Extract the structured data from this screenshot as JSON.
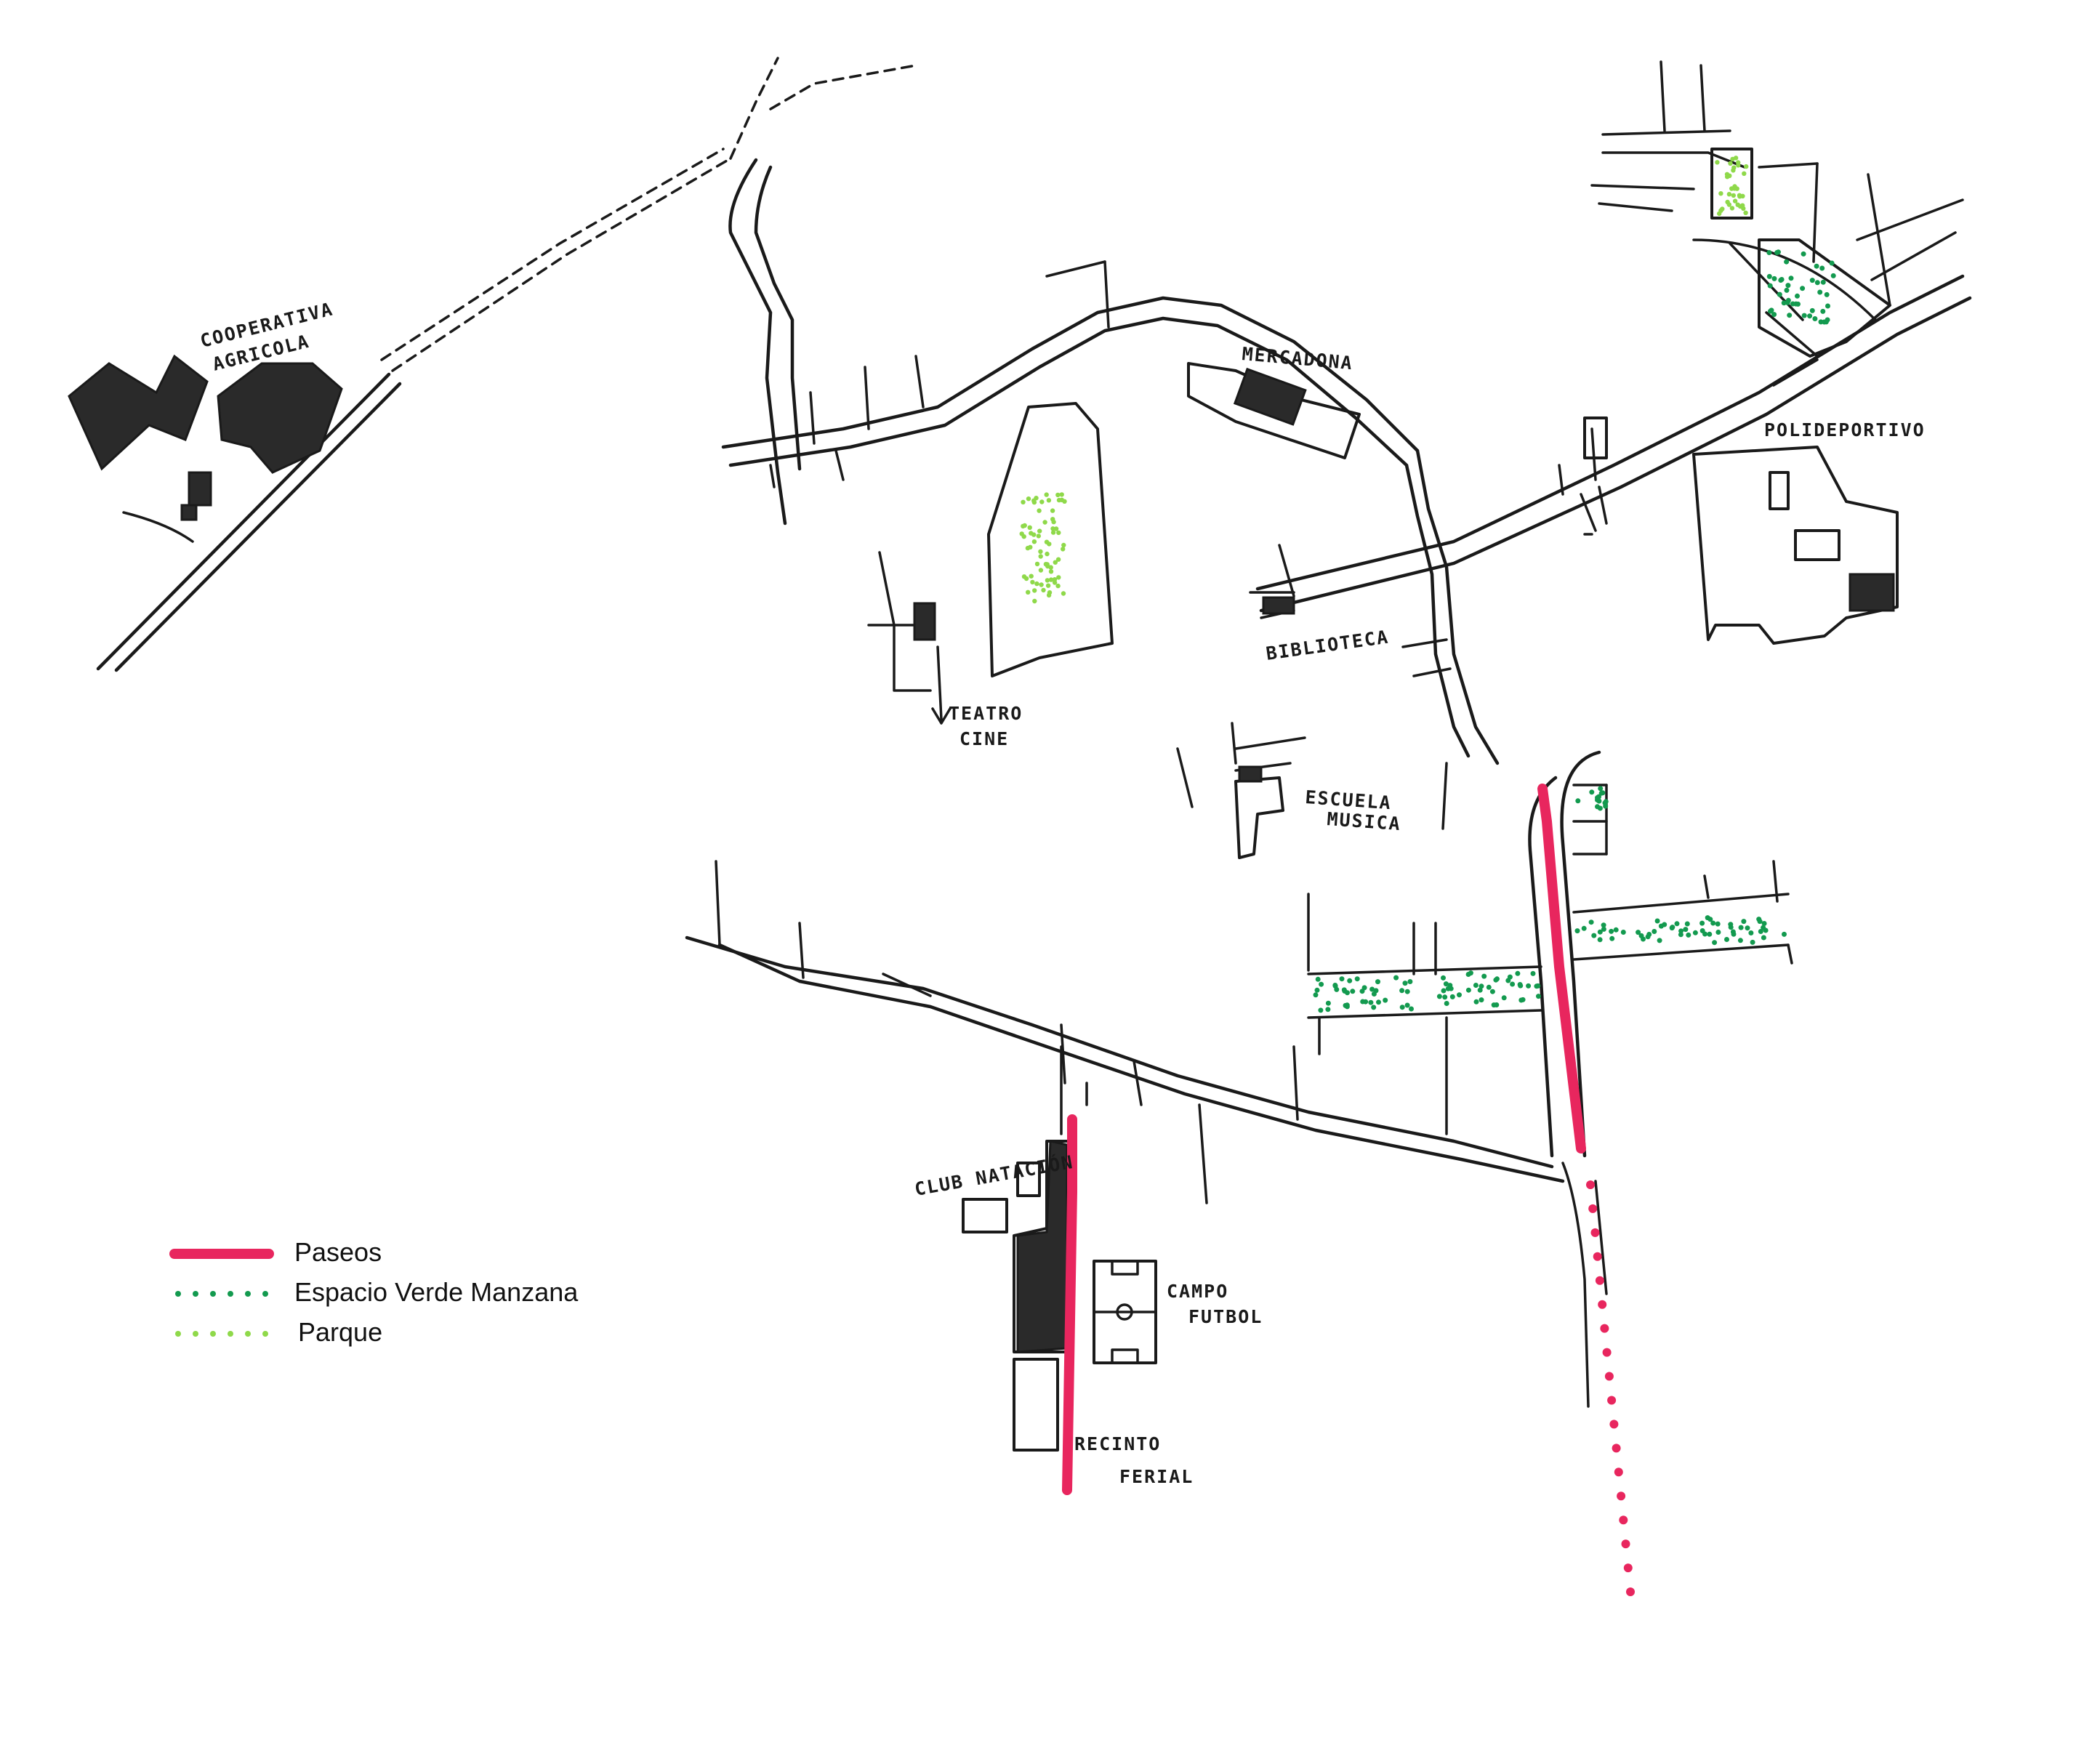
{
  "labels": {
    "cooperativa_line1": "COOPERATIVA",
    "cooperativa_line2": "AGRICOLA",
    "mercadona": "MERCADONA",
    "polideportivo": "POLIDEPORTIVO",
    "biblioteca": "BIBLIOTECA",
    "teatro_line1": "TEATRO",
    "teatro_line2": "CINE",
    "escuela_line1": "ESCUELA",
    "escuela_line2": "MUSICA",
    "club_natacion": "CLUB NATACIÓN",
    "campo_line1": "CAMPO",
    "campo_line2": "FUTBOL",
    "recinto_line1": "RECINTO",
    "recinto_line2": "FERIAL"
  },
  "legend": [
    {
      "label": "Paseos",
      "color": "#e8265e",
      "style": "solid"
    },
    {
      "label": "Espacio Verde Manzana",
      "color": "#139a4f",
      "style": "dotted"
    },
    {
      "label": "Parque",
      "color": "#8fd94a",
      "style": "dotted"
    }
  ],
  "colors": {
    "ink": "#1a1a1a",
    "paseo": "#e8265e",
    "manzana": "#139a4f",
    "parque": "#8fd94a"
  }
}
